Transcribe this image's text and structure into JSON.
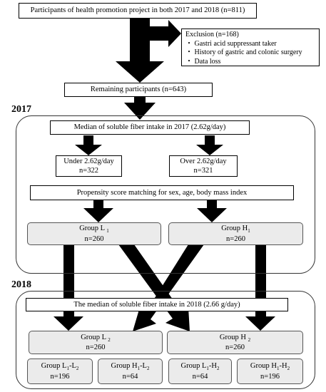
{
  "top_box": "Participants of health promotion project in both 2017 and 2018 (n=811)",
  "exclusion": {
    "title": "Exclusion (n=168)",
    "items": [
      "・ Gastri acid suppressant taker",
      "・ History of gastric and colonic surgery",
      "・ Data loss"
    ]
  },
  "remaining": "Remaining participants (n=643)",
  "year_2017": "2017",
  "year_2018": "2018",
  "median_2017": "Median of soluble fiber intake in 2017 (2.62g/day)",
  "under": {
    "label": "Under 2.62g/day",
    "n": "n=322"
  },
  "over": {
    "label": "Over 2.62g/day",
    "n": "n=321"
  },
  "psm": "Propensity score matching for sex, age, body mass index",
  "group_l1": {
    "name": "Group L",
    "sub": "1",
    "n": "n=260"
  },
  "group_h1": {
    "name": "Group H",
    "sub": "1",
    "n": "n=260"
  },
  "median_2018": "The median of soluble fiber intake in 2018 (2.66 g/day)",
  "group_l2": {
    "name": "Group L",
    "sub": "2",
    "n": "n=260"
  },
  "group_h2": {
    "name": "Group H",
    "sub": "2",
    "n": "n=260"
  },
  "sub_groups": [
    {
      "name_pre": "Group L",
      "s1": "1",
      "mid": "-L",
      "s2": "2",
      "n": "n=196"
    },
    {
      "name_pre": "Group H",
      "s1": "1",
      "mid": "-L",
      "s2": "2",
      "n": "n=64"
    },
    {
      "name_pre": "Group L",
      "s1": "1",
      "mid": "-H",
      "s2": "2",
      "n": "n=64"
    },
    {
      "name_pre": "Group H",
      "s1": "1",
      "mid": "-H",
      "s2": "2",
      "n": "n=196"
    }
  ]
}
